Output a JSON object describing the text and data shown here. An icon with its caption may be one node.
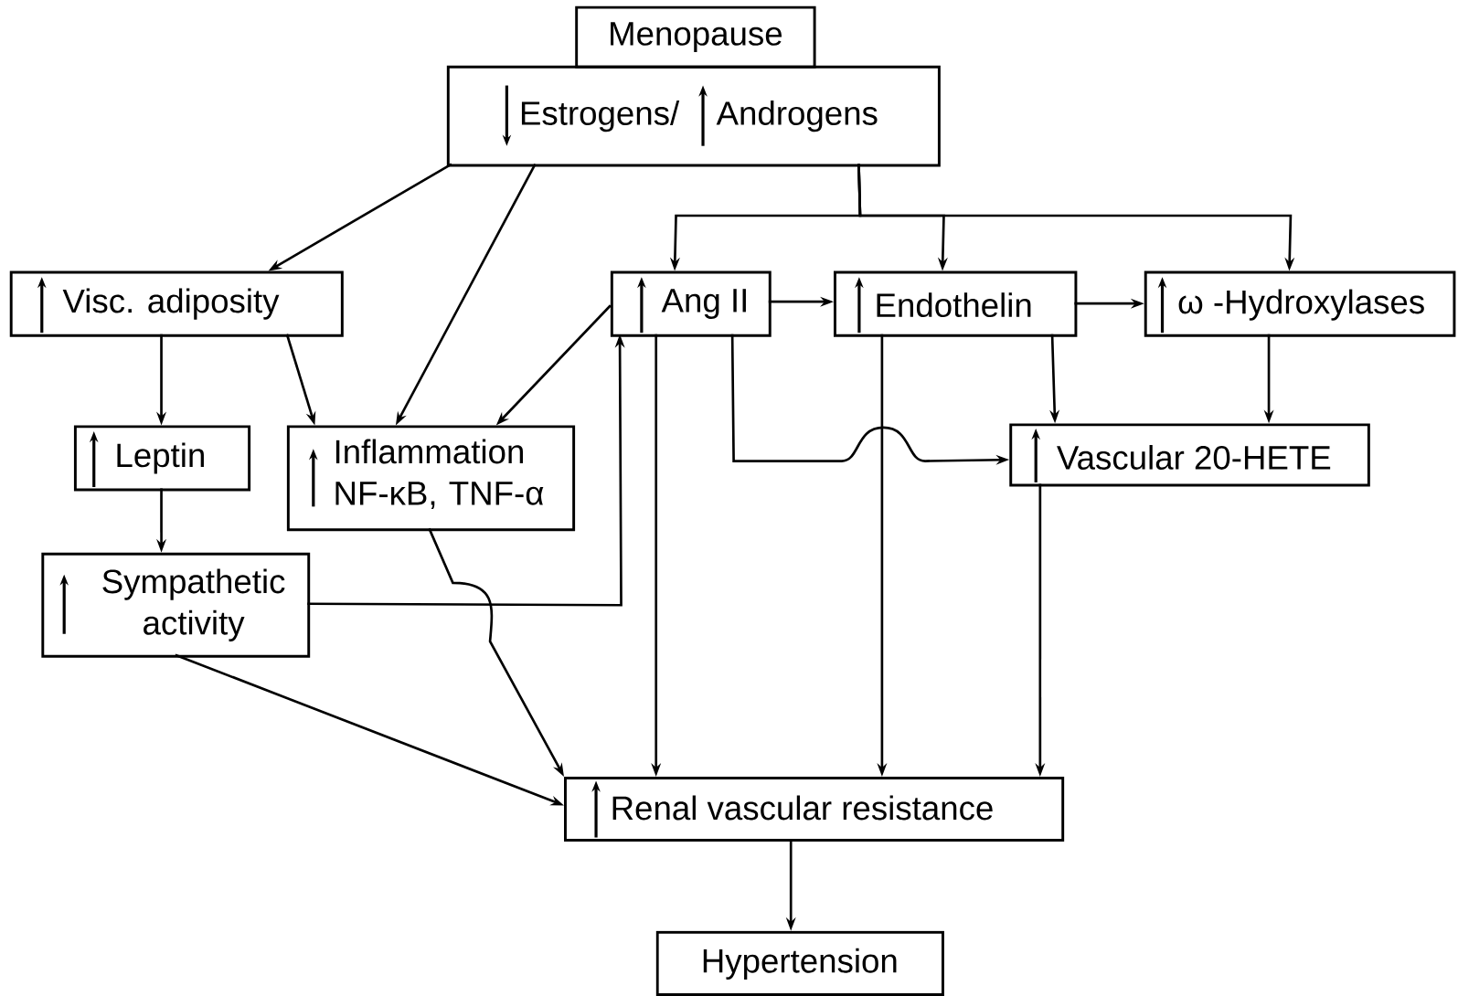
{
  "diagram": {
    "nodes": [
      {
        "text": [
          "Menopause"
        ]
      },
      {
        "text": [
          "Estrogens/",
          "Androgens"
        ]
      },
      {
        "text": [
          "Visc. adiposity"
        ]
      },
      {
        "text": [
          "Ang II"
        ]
      },
      {
        "text": [
          "Endothelin"
        ]
      },
      {
        "text": [
          "ω -Hydroxylases"
        ]
      },
      {
        "text": [
          "Leptin"
        ]
      },
      {
        "text": [
          "Inflammation NF-κB, TNF-α"
        ]
      },
      {
        "text": [
          "Vascular 20-HETE"
        ]
      },
      {
        "text": [
          "Sympathetic activity"
        ]
      },
      {
        "text": [
          "Renal vascular resistance"
        ]
      },
      {
        "text": [
          "Hypertension"
        ]
      }
    ],
    "edges": [
      {
        "from": 1,
        "to": 2,
        "arrow": "to"
      },
      {
        "from": 1,
        "to": 7,
        "arrow": "to"
      },
      {
        "from": 1,
        "to": 3,
        "arrow": "to"
      },
      {
        "from": 1,
        "to": 4,
        "arrow": "to"
      },
      {
        "from": 1,
        "to": 5,
        "arrow": "to"
      },
      {
        "from": 2,
        "to": 6,
        "arrow": "to"
      },
      {
        "from": 2,
        "to": 7,
        "arrow": "to"
      },
      {
        "from": 3,
        "to": 7,
        "arrow": "to"
      },
      {
        "from": 3,
        "to": 4,
        "arrow": "to"
      },
      {
        "from": 4,
        "to": 5,
        "arrow": "to"
      },
      {
        "from": 6,
        "to": 9,
        "arrow": "to"
      },
      {
        "from": 9,
        "to": 3,
        "arrow": "to"
      },
      {
        "from": 3,
        "to": 8,
        "arrow": "to"
      },
      {
        "from": 4,
        "to": 8,
        "arrow": "to"
      },
      {
        "from": 5,
        "to": 8,
        "arrow": "to"
      },
      {
        "from": 7,
        "to": 10,
        "arrow": "to"
      },
      {
        "from": 9,
        "to": 10,
        "arrow": "to"
      },
      {
        "from": 3,
        "to": 10,
        "arrow": "to"
      },
      {
        "from": 4,
        "to": 10,
        "arrow": "to"
      },
      {
        "from": 8,
        "to": 10,
        "arrow": "to"
      },
      {
        "from": 10,
        "to": 11,
        "arrow": "to"
      }
    ]
  }
}
